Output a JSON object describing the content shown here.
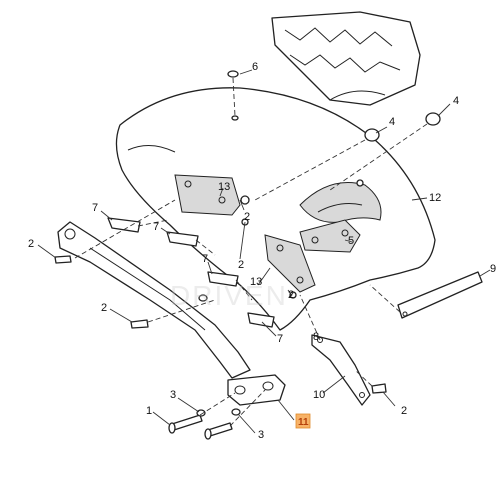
{
  "diagram": {
    "callouts": [
      "1",
      "2",
      "2",
      "2",
      "2",
      "2",
      "2",
      "3",
      "3",
      "4",
      "4",
      "5",
      "6",
      "7",
      "7",
      "7",
      "7",
      "8",
      "9",
      "10",
      "11",
      "12",
      "13",
      "13"
    ],
    "highlighted_callout": "11",
    "watermark": "DRIVEN"
  }
}
